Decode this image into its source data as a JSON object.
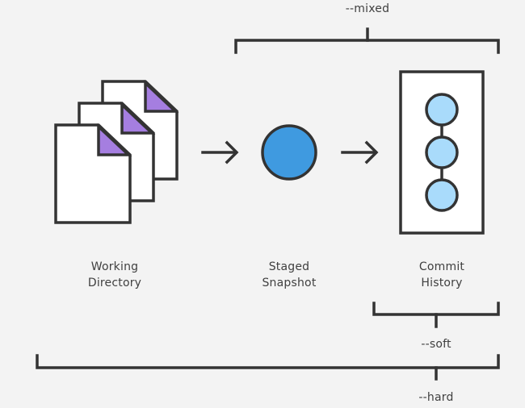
{
  "colors": {
    "background": "#f3f3f3",
    "stroke": "#333333",
    "page_fill": "#ffffff",
    "page_corner": "#a57ee0",
    "snapshot": "#3f9ae0",
    "commit_node": "#a9dbfb"
  },
  "flags": {
    "mixed": "--mixed",
    "soft": "--soft",
    "hard": "--hard"
  },
  "areas": {
    "working_directory": {
      "line1": "Working",
      "line2": "Directory",
      "icon": "documents-icon"
    },
    "staged_snapshot": {
      "line1": "Staged",
      "line2": "Snapshot",
      "icon": "snapshot-circle-icon"
    },
    "commit_history": {
      "line1": "Commit",
      "line2": "History",
      "icon": "commit-history-icon"
    }
  }
}
